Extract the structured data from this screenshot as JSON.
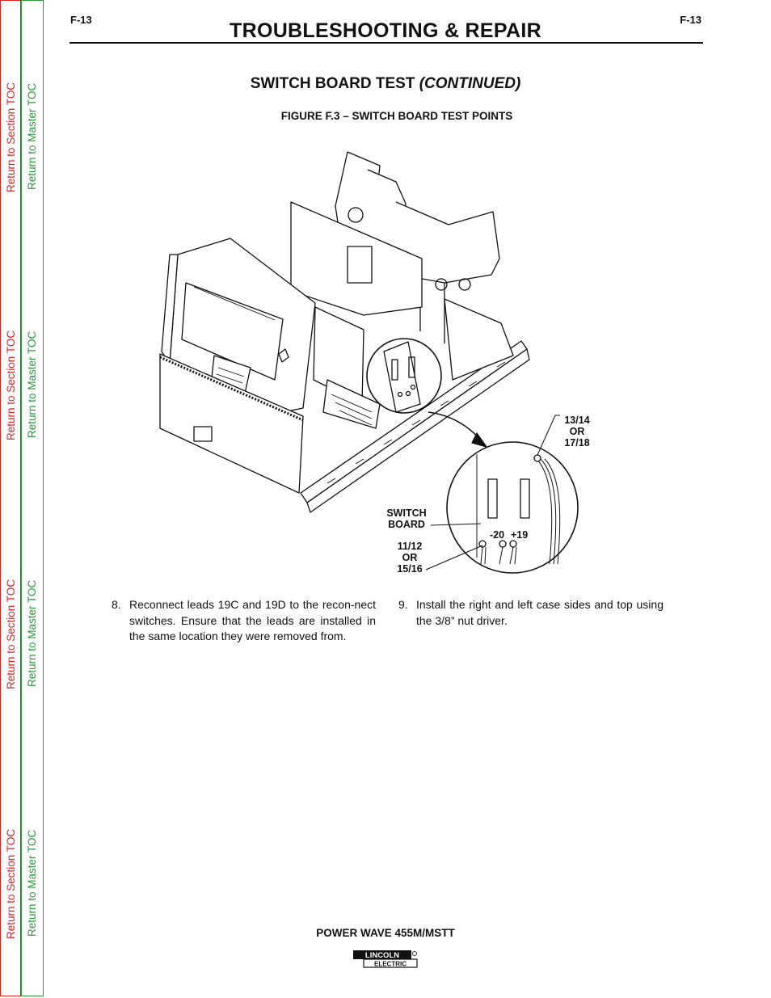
{
  "sidebar": {
    "section_label": "Return to Section TOC",
    "master_label": "Return to Master TOC"
  },
  "header": {
    "page_left": "F-13",
    "page_right": "F-13",
    "title": "TROUBLESHOOTING & REPAIR"
  },
  "section": {
    "title_main": "SWITCH BOARD TEST ",
    "title_continued": "(CONTINUED)"
  },
  "figure": {
    "caption": "FIGURE F.3 – SWITCH BOARD TEST POINTS",
    "callout_top_1": "13/14",
    "callout_top_2": "OR",
    "callout_top_3": "17/18",
    "callout_switch_1": "SWITCH",
    "callout_switch_2": "BOARD",
    "callout_bottom_1": "11/12",
    "callout_bottom_2": "OR",
    "callout_bottom_3": "15/16",
    "terminal_minus": "-20",
    "terminal_plus": "+19"
  },
  "steps": [
    {
      "num": "8.",
      "text": "Reconnect leads 19C and 19D to the recon-nect switches.  Ensure that the leads are installed in the same location they were removed from."
    },
    {
      "num": "9.",
      "text": "Install the right and left case sides and top using the 3/8” nut driver."
    }
  ],
  "footer": {
    "product": "POWER WAVE 455M/MSTT",
    "logo_top": "LINCOLN",
    "logo_bottom": "ELECTRIC"
  }
}
